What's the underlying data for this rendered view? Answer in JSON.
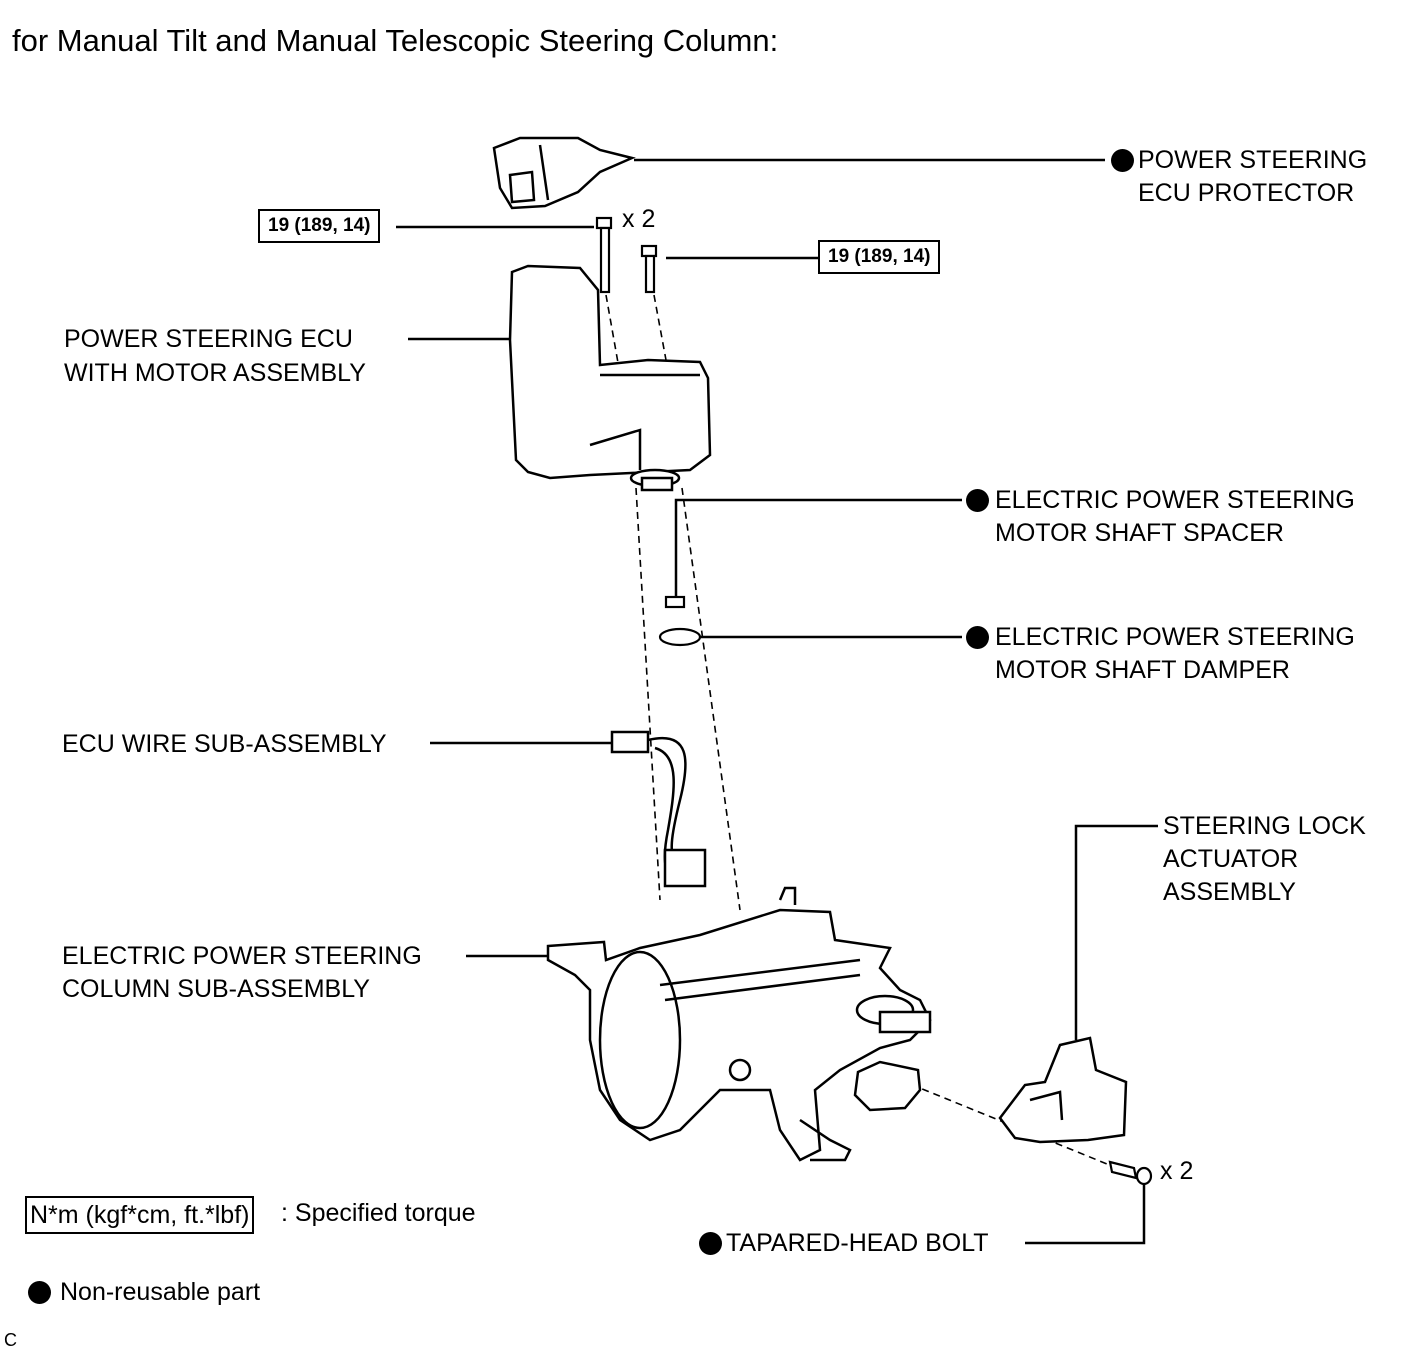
{
  "title": "for Manual Tilt and Manual Telescopic Steering Column:",
  "torque_specs": {
    "upper_left": "19 (189, 14)",
    "upper_right": "19 (189, 14)"
  },
  "quantity_marks": {
    "ecu_bolts": "x 2",
    "tapered_bolts": "x 2"
  },
  "part_labels": {
    "ecu_protector": [
      "POWER STEERING",
      "ECU PROTECTOR"
    ],
    "ecu_motor_assembly": [
      "POWER STEERING ECU",
      "WITH MOTOR ASSEMBLY"
    ],
    "motor_shaft_spacer": [
      "ELECTRIC POWER STEERING",
      "MOTOR SHAFT SPACER"
    ],
    "motor_shaft_damper": [
      "ELECTRIC POWER STEERING",
      "MOTOR SHAFT DAMPER"
    ],
    "ecu_wire": "ECU WIRE SUB-ASSEMBLY",
    "steering_lock_actuator": [
      "STEERING LOCK",
      "ACTUATOR",
      "ASSEMBLY"
    ],
    "column_sub_assembly": [
      "ELECTRIC POWER STEERING",
      "COLUMN SUB-ASSEMBLY"
    ],
    "tapered_head_bolt": "TAPARED-HEAD BOLT"
  },
  "legend": {
    "torque_unit": "N*m (kgf*cm, ft.*lbf)",
    "torque_desc": ": Specified torque",
    "non_reusable": "Non-reusable part"
  },
  "figure_code": "C"
}
